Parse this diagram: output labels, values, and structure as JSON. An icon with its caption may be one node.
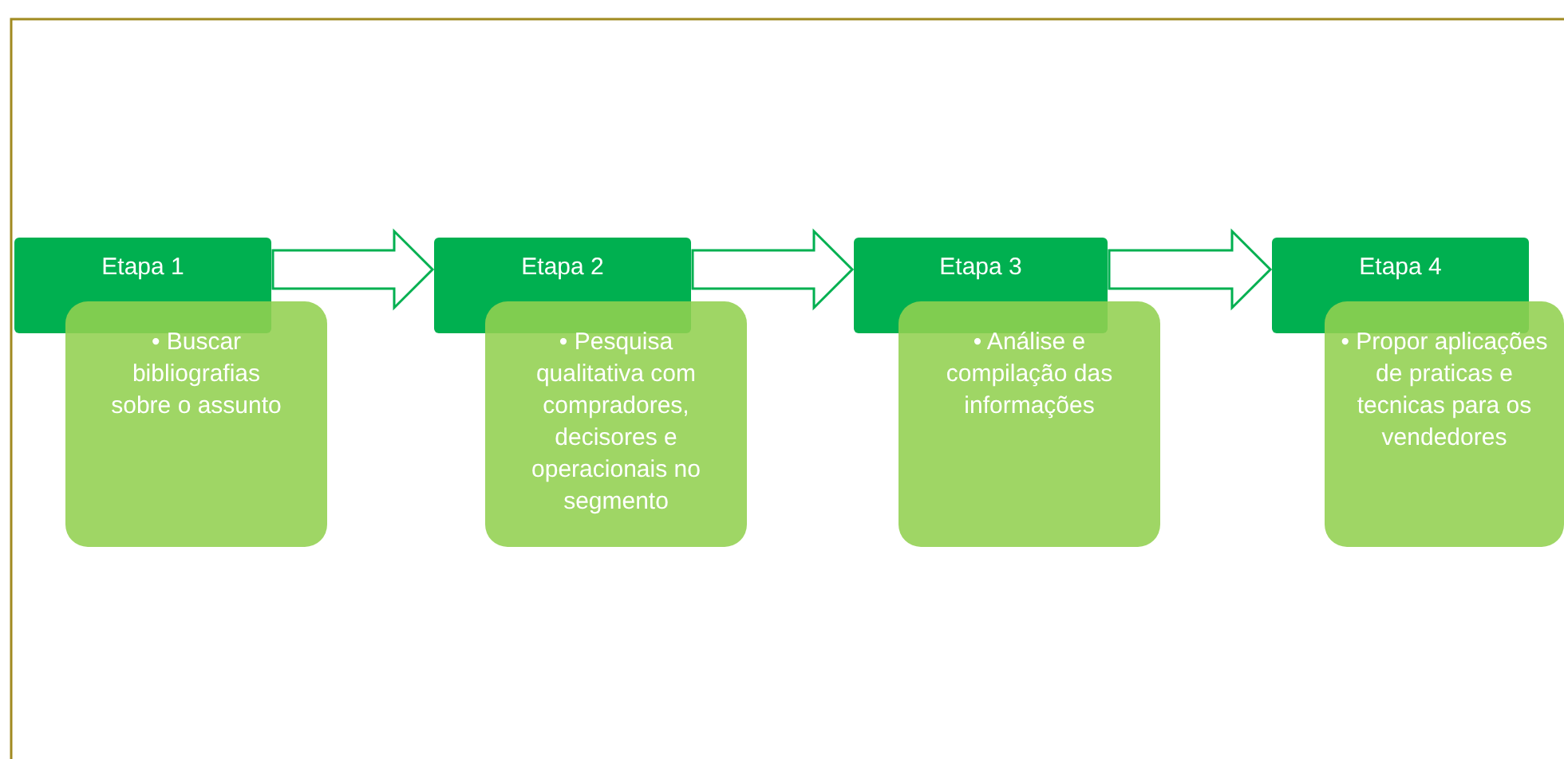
{
  "diagram": {
    "nodes": [
      {
        "text": [
          "Etapa 1"
        ]
      },
      {
        "text": [
          "• Buscar bibliografias sobre o assunto"
        ]
      },
      {
        "text": [
          "Etapa 2"
        ]
      },
      {
        "text": [
          "• Pesquisa qualitativa com compradores, decisores e operacionais no segmento"
        ]
      },
      {
        "text": [
          "Etapa 3"
        ]
      },
      {
        "text": [
          "• Análise e compilação das informações"
        ]
      },
      {
        "text": [
          "Etapa 4"
        ]
      },
      {
        "text": [
          "• Propor aplicações de praticas e tecnicas para os vendedores"
        ]
      }
    ],
    "edges": [
      {
        "from": 0,
        "to": 2,
        "arrow": "to"
      },
      {
        "from": 2,
        "to": 4,
        "arrow": "to"
      },
      {
        "from": 4,
        "to": 6,
        "arrow": "to"
      }
    ]
  }
}
